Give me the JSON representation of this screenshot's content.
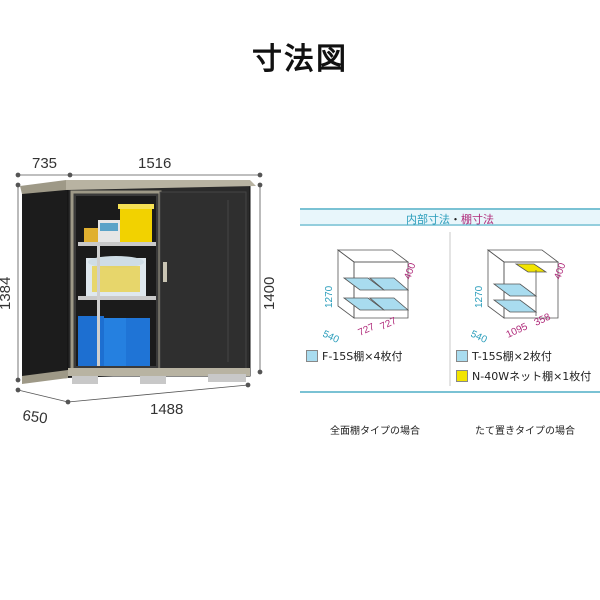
{
  "title": "寸法図",
  "dimensions": {
    "top_depth": "735",
    "top_width": "1516",
    "left_height": "1384",
    "right_height": "1400",
    "bottom_depth": "650",
    "bottom_width": "1488"
  },
  "panel": {
    "header_inner": "内部寸法",
    "header_sep": "・",
    "header_shelf": "棚寸法",
    "left_diagram": {
      "h": "1270",
      "d": "540",
      "top": "400",
      "w1": "727",
      "w2": "727"
    },
    "right_diagram": {
      "h": "1270",
      "d": "540",
      "top": "400",
      "w1": "1095",
      "w2": "358"
    },
    "legend_left": "F-15S棚×4枚付",
    "legend_right_1": "T-15S棚×2枚付",
    "legend_right_2": "N-40Wネット棚×1枚付",
    "caption_left": "全面棚タイプの場合",
    "caption_right": "たて置きタイプの場合"
  },
  "colors": {
    "cyan": "#2a9dbb",
    "pink": "#b02a7a",
    "shelf_blue": "#a9dcef",
    "net_yellow": "#f2e400",
    "body": "#2a2a2a"
  }
}
